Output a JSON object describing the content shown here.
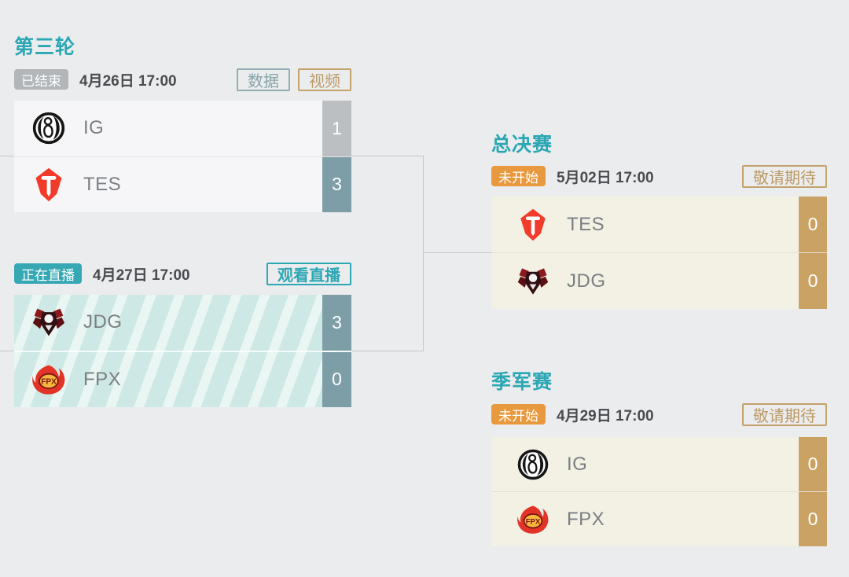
{
  "colors": {
    "page_background": "#ebecee",
    "teal_accent": "#2ba7b4",
    "orange_badge": "#e8993e",
    "gray_badge": "#b2b6b9",
    "tan_accent": "#c4a26b",
    "slate_score": "#7e9ea7",
    "gray_score": "#bcbfc1",
    "tan_score": "#c9a264"
  },
  "round3": {
    "title": "第三轮",
    "match1": {
      "status": "已结束",
      "datetime": "4月26日 17:00",
      "data_button": "数据",
      "video_button": "视频",
      "team1": {
        "name": "IG",
        "score": "1"
      },
      "team2": {
        "name": "TES",
        "score": "3"
      }
    },
    "match2": {
      "status": "正在直播",
      "datetime": "4月27日 17:00",
      "watch_button": "观看直播",
      "team1": {
        "name": "JDG",
        "score": "3"
      },
      "team2": {
        "name": "FPX",
        "score": "0"
      }
    }
  },
  "final": {
    "title": "总决赛",
    "status": "未开始",
    "datetime": "5月02日 17:00",
    "stay_tuned_button": "敬请期待",
    "team1": {
      "name": "TES",
      "score": "0"
    },
    "team2": {
      "name": "JDG",
      "score": "0"
    }
  },
  "third_place": {
    "title": "季军赛",
    "status": "未开始",
    "datetime": "4月29日 17:00",
    "stay_tuned_button": "敬请期待",
    "team1": {
      "name": "IG",
      "score": "0"
    },
    "team2": {
      "name": "FPX",
      "score": "0"
    }
  }
}
